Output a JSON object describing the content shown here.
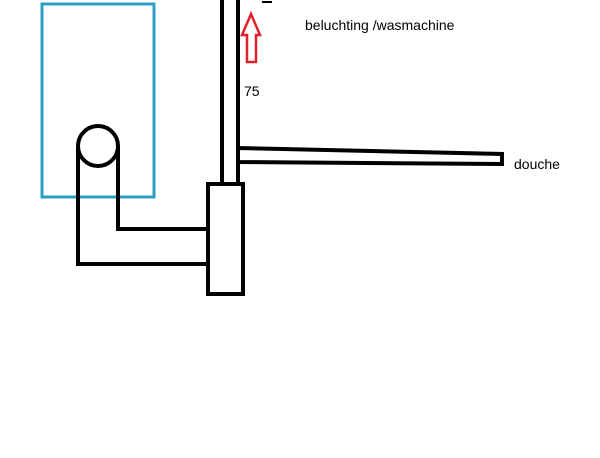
{
  "labels": {
    "vent": "beluchting /wasmachine",
    "diameter": "75",
    "shower": "douche"
  },
  "colors": {
    "appliance_box": "#2b9fc2",
    "pipe": "#000000",
    "arrow": "#e0202a",
    "background": "#ffffff"
  },
  "icons": {
    "flow_direction": "arrow-up-icon"
  }
}
